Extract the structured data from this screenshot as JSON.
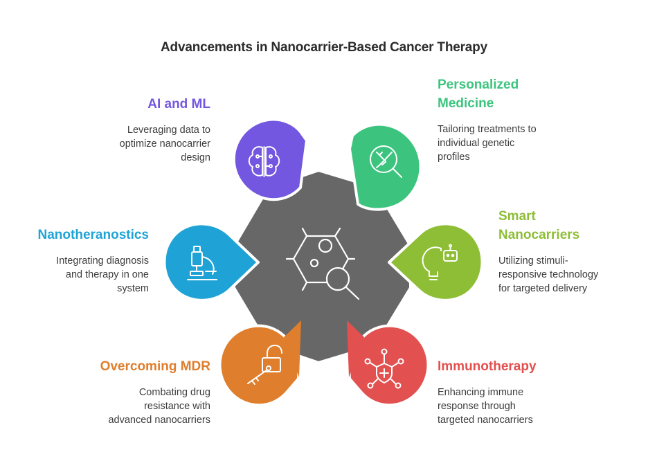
{
  "title": "Advancements in Nanocarrier-Based Cancer Therapy",
  "colors": {
    "center": "#676767",
    "ai_ml": "#7357e0",
    "personalized_medicine": "#3cc47e",
    "smart_nanocarriers": "#8ebd36",
    "immunotherapy": "#e2504f",
    "overcoming_mdr": "#df7e2c",
    "nanotheranostics": "#1fa3d6",
    "title_text": "#2b2b2b",
    "body_text": "#3c3c3c"
  },
  "center_icon": "cell-magnifier-icon",
  "items": {
    "ai_ml": {
      "title": "AI and ML",
      "description": [
        "Leveraging data to",
        "optimize nanocarrier",
        "design"
      ],
      "icon": "brain-circuit-icon"
    },
    "personalized_medicine": {
      "title": [
        "Personalized",
        "Medicine"
      ],
      "description": [
        "Tailoring treatments to",
        "individual genetic",
        "profiles"
      ],
      "icon": "dna-search-icon"
    },
    "nanotheranostics": {
      "title": "Nanotheranostics",
      "description": [
        "Integrating diagnosis",
        "and therapy in one",
        "system"
      ],
      "icon": "microscope-icon"
    },
    "smart_nanocarriers": {
      "title": [
        "Smart",
        "Nanocarriers"
      ],
      "description": [
        "Utilizing stimuli-",
        "responsive technology",
        "for targeted delivery"
      ],
      "icon": "lightbulb-robot-icon"
    },
    "overcoming_mdr": {
      "title": "Overcoming MDR",
      "description": [
        "Combating drug",
        "resistance with",
        "advanced nanocarriers"
      ],
      "icon": "unlock-key-icon"
    },
    "immunotherapy": {
      "title": "Immunotherapy",
      "description": [
        "Enhancing immune",
        "response through",
        "targeted nanocarriers"
      ],
      "icon": "immune-network-icon"
    }
  }
}
